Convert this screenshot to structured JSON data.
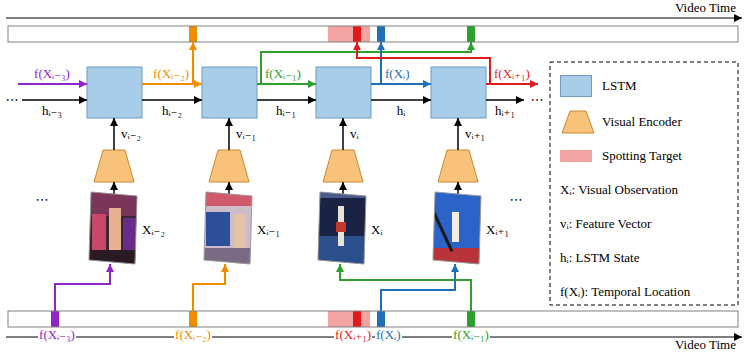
{
  "diagram": {
    "labels": [
      "Video Time",
      "Video Time",
      "f(Xᵢ₋₃)",
      "f(Xᵢ₋₂)",
      "f(Xᵢ₋₁)",
      "f(Xᵢ)",
      "f(Xᵢ₊₁)",
      "hᵢ₋₃",
      "hᵢ₋₂",
      "hᵢ₋₁",
      "hᵢ",
      "hᵢ₊₁",
      "vᵢ₋₂",
      "vᵢ₋₁",
      "vᵢ",
      "vᵢ₊₁",
      "Xᵢ₋₂",
      "Xᵢ₋₁",
      "Xᵢ",
      "Xᵢ₊₁",
      "f(Xᵢ₋₃)",
      "f(Xᵢ₋₂)",
      "f(Xᵢ₊₁)",
      "f(Xᵢ)",
      "f(Xᵢ₋₁)",
      "⋯",
      "⋯",
      "⋯",
      "⋯"
    ],
    "legend": [
      {
        "text": "LSTM",
        "color": "#a8cde8"
      },
      {
        "text": "Visual Encoder"
      },
      {
        "text": "Spotting Target",
        "color": "#f4a3a3"
      },
      {
        "text": "Xᵢ: Visual Observation"
      },
      {
        "text": "vᵢ: Feature Vector"
      },
      {
        "text": "hᵢ: LSTM State"
      },
      {
        "text": "f(Xᵢ): Temporal Location"
      }
    ]
  }
}
